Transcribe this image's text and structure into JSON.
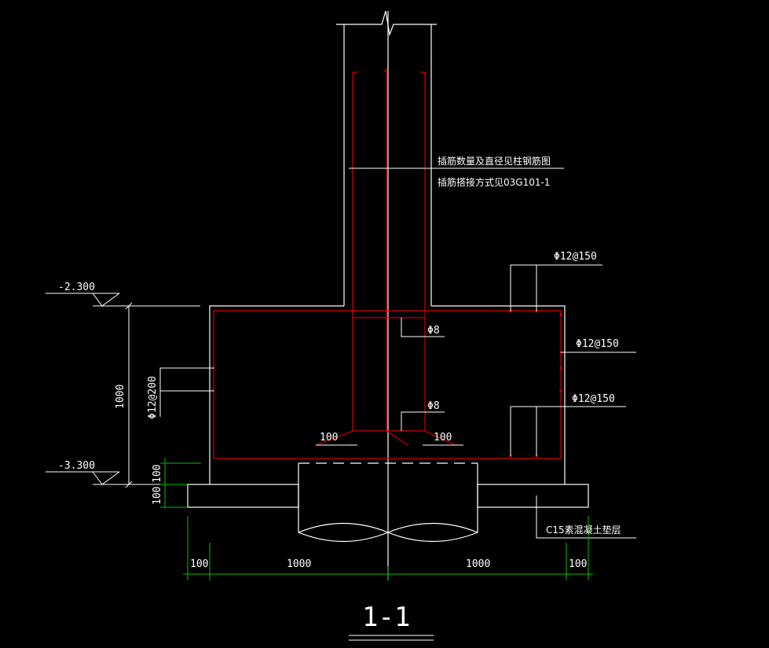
{
  "colors": {
    "background": "#000000",
    "outline": "#ffffff",
    "rebar": "#d40000",
    "dimension": "#00c000"
  },
  "notes": {
    "dowel_quantity": "插筋数量及直径见柱钢筋图",
    "dowel_splice": "插筋搭接方式见03G101-1"
  },
  "rebar_labels": {
    "top_bar": "Φ12@150",
    "side_bar": "Φ12@150",
    "bottom_bar": "Φ12@150",
    "left_side_bar": "Φ12@200",
    "stirrup_upper": "Φ8",
    "stirrup_lower": "Φ8",
    "hook_left": "100",
    "hook_right": "100"
  },
  "elevations": {
    "top": "-2.300",
    "bottom": "-3.300"
  },
  "dimensions": {
    "depth": "1000",
    "cushion_upper": "100",
    "cushion_lower": "100",
    "bottom_left_edge": "100",
    "bottom_left_half": "1000",
    "bottom_right_half": "1000",
    "bottom_right_edge": "100"
  },
  "cushion_label": "C15素混凝土垫层",
  "section_title": "1-1"
}
